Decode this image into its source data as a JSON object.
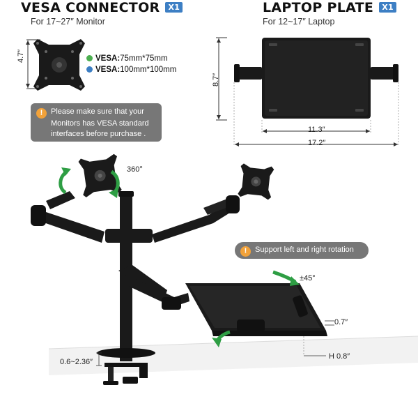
{
  "vesa": {
    "title": "VESA CONNECTOR",
    "qty": "X1",
    "subtitle": "For 17~27″ Monitor",
    "height_label": "4.7″",
    "spec1_label": "VESA:",
    "spec1_value": "75mm*75mm",
    "spec2_label": "VESA:",
    "spec2_value": "100mm*100mm",
    "dot1_color": "#4caf50",
    "dot2_color": "#3d7fc4"
  },
  "laptop": {
    "title": "LAPTOP PLATE",
    "qty": "X1",
    "subtitle": "For 12~17″ Laptop",
    "height_label": "8.7″",
    "inner_width_label": "11.3″",
    "outer_width_label": "17.2″"
  },
  "notice": {
    "icon": "warning-icon",
    "line1": "Please make sure that your",
    "line2": "Monitors has VESA standard",
    "line3": "interfaces before purchase ."
  },
  "rotation": {
    "label": "360°"
  },
  "support": {
    "icon": "warning-icon",
    "text": "Support left and right rotation"
  },
  "tilt": {
    "label": "±45°"
  },
  "plate_dims": {
    "thickness": "0.7″",
    "height": "H 0.8″"
  },
  "clamp": {
    "range": "0.6~2.36″"
  },
  "colors": {
    "badge": "#3d7fc4",
    "callout": "#777777",
    "warn": "#f2a23a",
    "arrow_green": "#2e9e44",
    "metal": "#1a1a1a"
  }
}
